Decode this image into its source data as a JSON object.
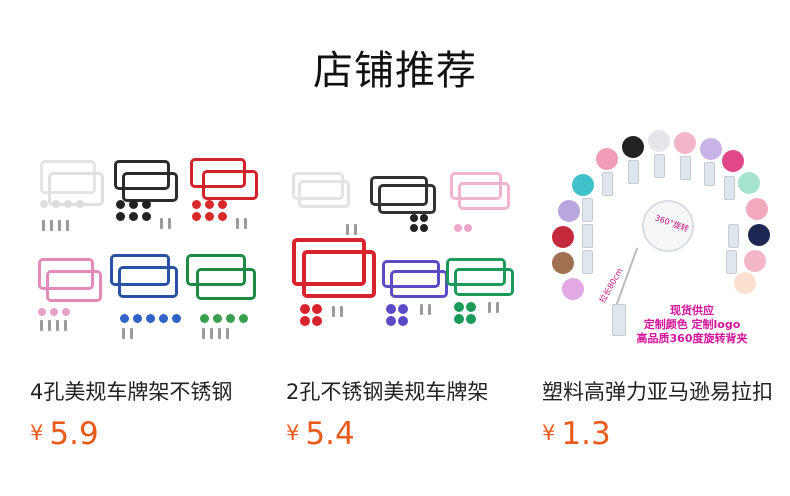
{
  "section": {
    "title": "店铺推荐"
  },
  "products": [
    {
      "name": "4孔美规车牌架不锈钢",
      "currency": "¥",
      "price": "5.9"
    },
    {
      "name": "2孔不锈钢美规车牌架",
      "currency": "¥",
      "price": "5.4"
    },
    {
      "name": "塑料高弹力亚马逊易拉扣",
      "currency": "¥",
      "price": "1.3",
      "promo": {
        "line1": "现货供应",
        "line2": "定制颜色  定制logo",
        "line3": "高品质360度旋转背夹",
        "badge": "360°旋转",
        "length_note": "拉长80cm"
      }
    }
  ],
  "colors": {
    "price": "#ea5a1b",
    "title": "#111111",
    "promo": "#d4149a"
  }
}
